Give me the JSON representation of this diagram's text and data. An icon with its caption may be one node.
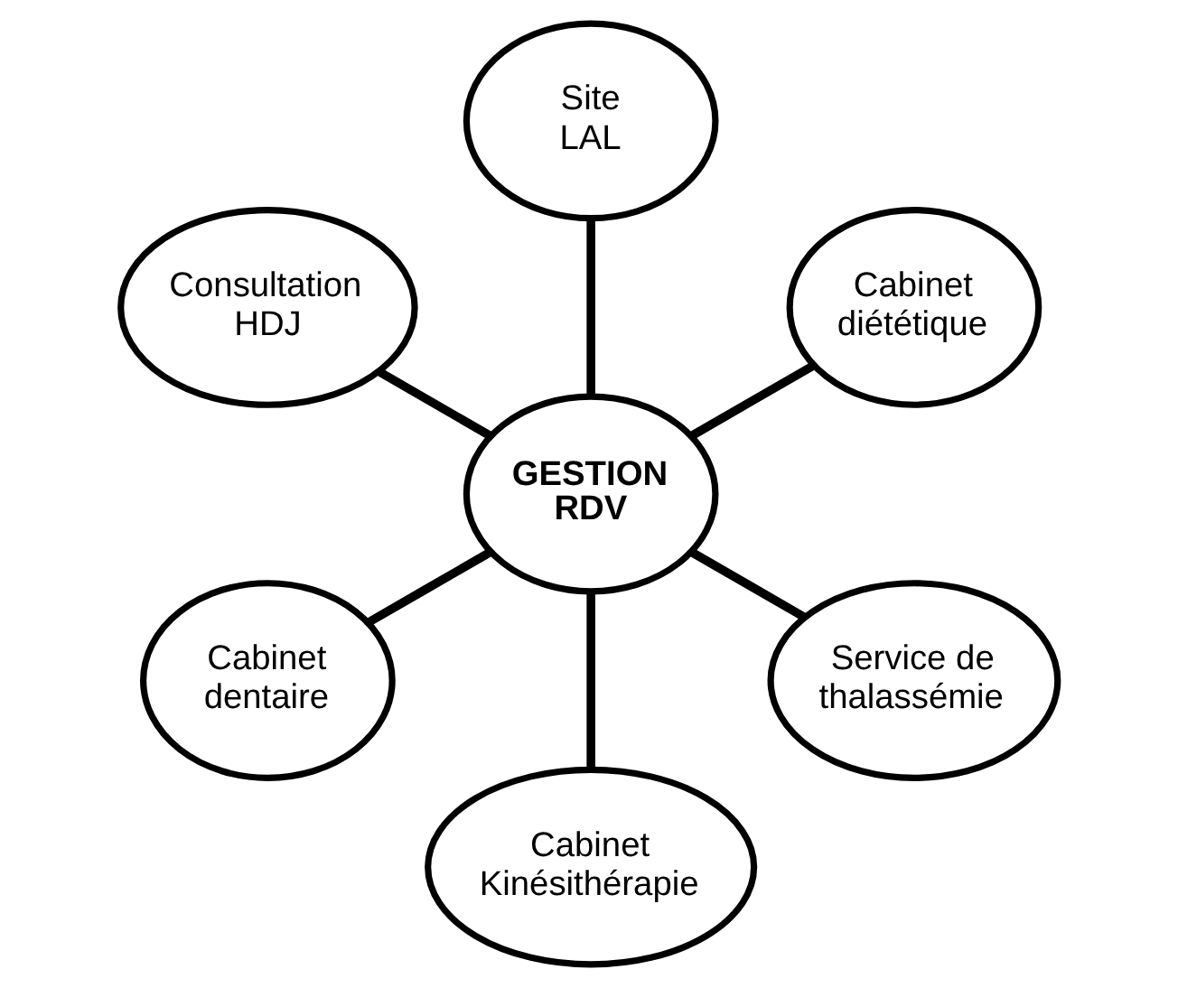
{
  "diagram": {
    "nodes": [
      {
        "text": [
          "GESTION RDV"
        ]
      },
      {
        "text": [
          "Cabinet diététique"
        ]
      },
      {
        "text": [
          "Site LAL"
        ]
      },
      {
        "text": [
          "Consultation HDJ"
        ]
      },
      {
        "text": [
          "Cabinet dentaire"
        ]
      },
      {
        "text": [
          "Cabinet Kinésithérapie"
        ]
      },
      {
        "text": [
          "Service de thalassémie"
        ]
      }
    ],
    "edges": [
      {
        "from": 0,
        "to": 1,
        "arrow": "none"
      },
      {
        "from": 0,
        "to": 2,
        "arrow": "none"
      },
      {
        "from": 0,
        "to": 3,
        "arrow": "none"
      },
      {
        "from": 0,
        "to": 4,
        "arrow": "none"
      },
      {
        "from": 0,
        "to": 5,
        "arrow": "none"
      },
      {
        "from": 0,
        "to": 6,
        "arrow": "none"
      }
    ]
  }
}
